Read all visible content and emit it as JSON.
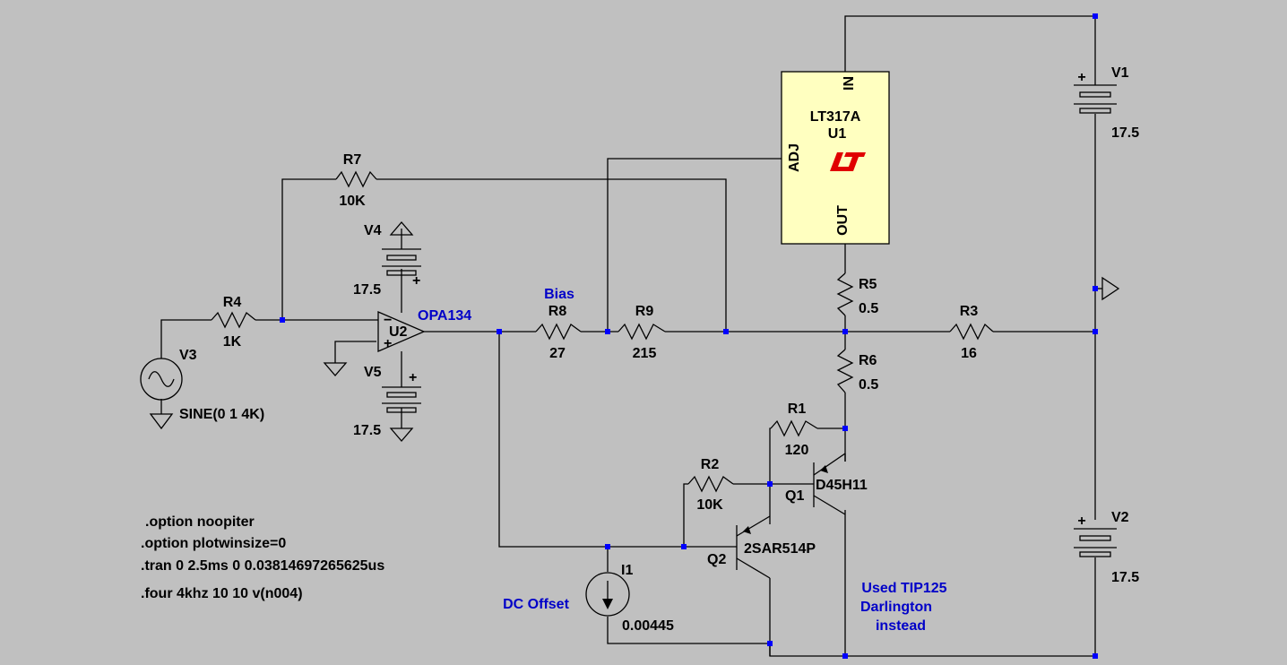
{
  "components": {
    "r7": {
      "name": "R7",
      "value": "10K"
    },
    "r4": {
      "name": "R4",
      "value": "1K"
    },
    "r8": {
      "name": "R8",
      "value": "27",
      "note": "Bias"
    },
    "r9": {
      "name": "R9",
      "value": "215"
    },
    "r5": {
      "name": "R5",
      "value": "0.5"
    },
    "r6": {
      "name": "R6",
      "value": "0.5"
    },
    "r3": {
      "name": "R3",
      "value": "16"
    },
    "r1": {
      "name": "R1",
      "value": "120"
    },
    "r2": {
      "name": "R2",
      "value": "10K"
    },
    "v1": {
      "name": "V1",
      "value": "17.5"
    },
    "v2": {
      "name": "V2",
      "value": "17.5"
    },
    "v3": {
      "name": "V3",
      "value": "SINE(0 1 4K)"
    },
    "v4": {
      "name": "V4",
      "value": "17.5"
    },
    "v5": {
      "name": "V5",
      "value": "17.5"
    },
    "u1": {
      "name": "U1",
      "model": "LT317A",
      "pin_in": "IN",
      "pin_adj": "ADJ",
      "pin_out": "OUT"
    },
    "u2": {
      "name": "U2",
      "model": "OPA134"
    },
    "q1": {
      "name": "Q1",
      "model": "D45H11"
    },
    "q2": {
      "name": "Q2",
      "model": "2SAR514P"
    },
    "i1": {
      "name": "I1",
      "value": "0.00445",
      "note": "DC Offset"
    }
  },
  "directives": [
    ".option noopiter",
    ".option plotwinsize=0",
    ".tran 0 2.5ms 0 0.03814697265625us",
    ".four 4khz 10 10 v(n004)"
  ],
  "comment": [
    "Used TIP125",
    "Darlington",
    "instead"
  ],
  "colors": {
    "background": "#c0c0c0",
    "wire": "#000000",
    "junction": "#0000ff",
    "regulator_fill": "#ffffc0",
    "note_text": "#0000c8",
    "logo": "#e00000"
  }
}
